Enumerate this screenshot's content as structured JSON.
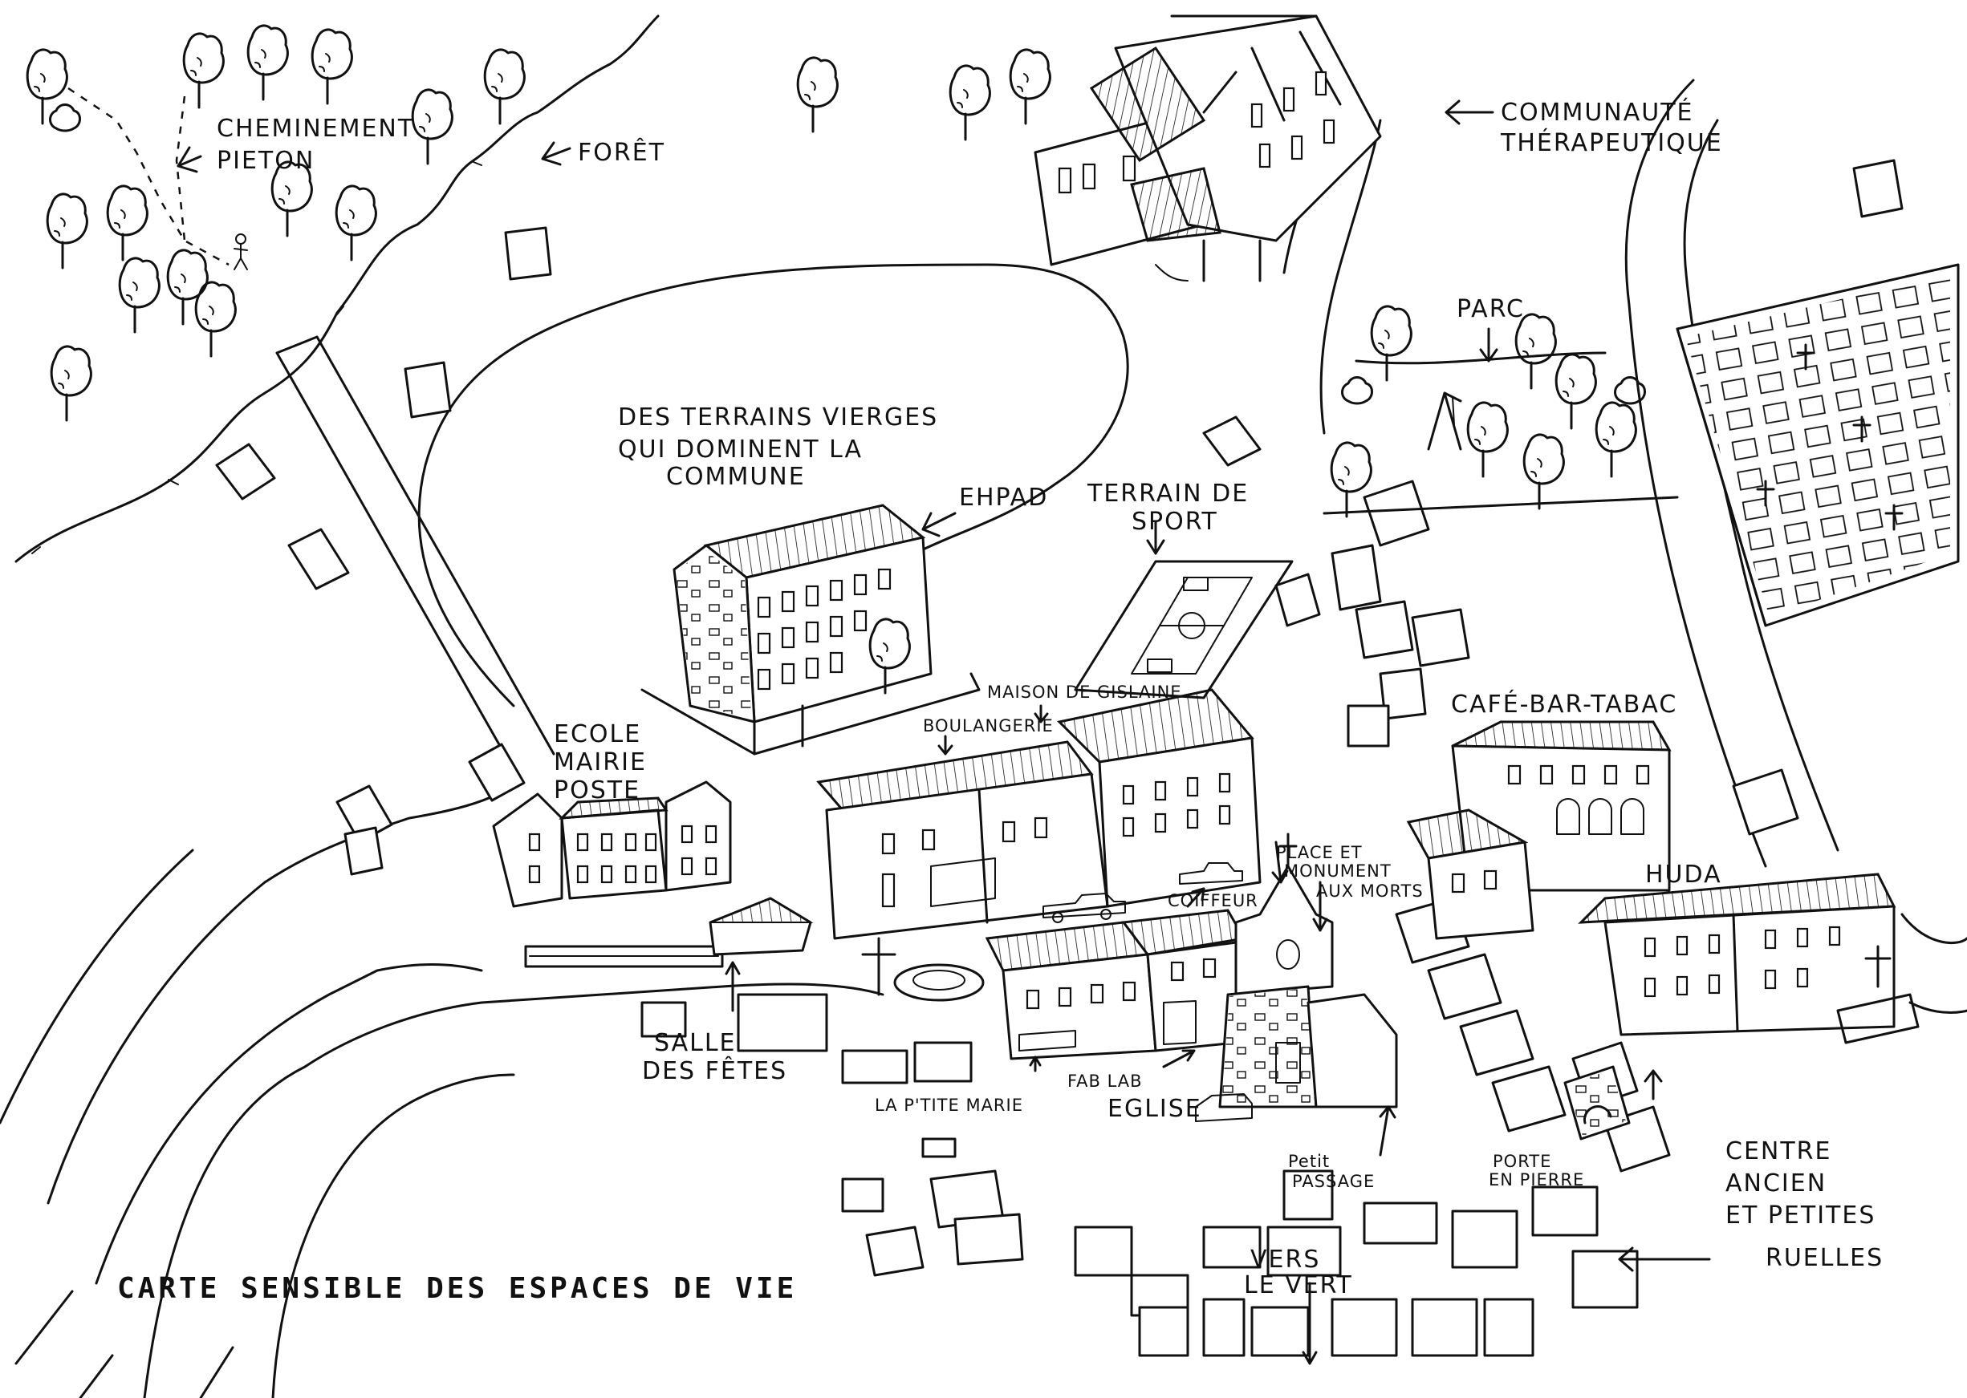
{
  "title": "CARTE SENSIBLE DES ESPACES DE VIE",
  "labels": {
    "cheminement_1": "CHEMINEMENT",
    "cheminement_2": "PIETON",
    "foret": "FORÊT",
    "communaute_1": "COMMUNAUTÉ",
    "communaute_2": "THÉRAPEUTIQUE",
    "terrains_1": "DES TERRAINS VIERGES",
    "terrains_2": "QUI DOMINENT LA",
    "terrains_3": "COMMUNE",
    "parc": "PARC",
    "ehpad": "EHPAD",
    "terrain_sport_1": "TERRAIN DE",
    "terrain_sport_2": "SPORT",
    "maison_gislaine": "MAISON DE GISLAINE",
    "boulangerie": "BOULANGERIE",
    "ecole": "ECOLE",
    "mairie": "MAIRIE",
    "poste": "POSTE",
    "cafe": "CAFÉ-BAR-TABAC",
    "place_1": "PLACE ET",
    "place_2": "MONUMENT",
    "place_3": "AUX MORTS",
    "coiffeur": "COIFFEUR",
    "huda": "HUDA",
    "salle_1": "SALLE",
    "salle_2": "DES FÊTES",
    "ptite_marie": "LA P'TITE MARIE",
    "fablab": "FAB LAB",
    "eglise": "EGLISE",
    "passage_1": "Petit",
    "passage_2": "PASSAGE",
    "porte_1": "PORTE",
    "porte_2": "EN PIERRE",
    "centre_1": "CENTRE",
    "centre_2": "ANCIEN",
    "centre_3": "ET PETITES",
    "centre_4": "RUELLES",
    "vers_1": "VERS",
    "vers_2": "LE VERT"
  },
  "icons": [
    "tree-icon",
    "pedestrian-icon",
    "cross-icon",
    "arrow-icon",
    "swing-icon",
    "car-icon",
    "basketball-court-icon"
  ]
}
